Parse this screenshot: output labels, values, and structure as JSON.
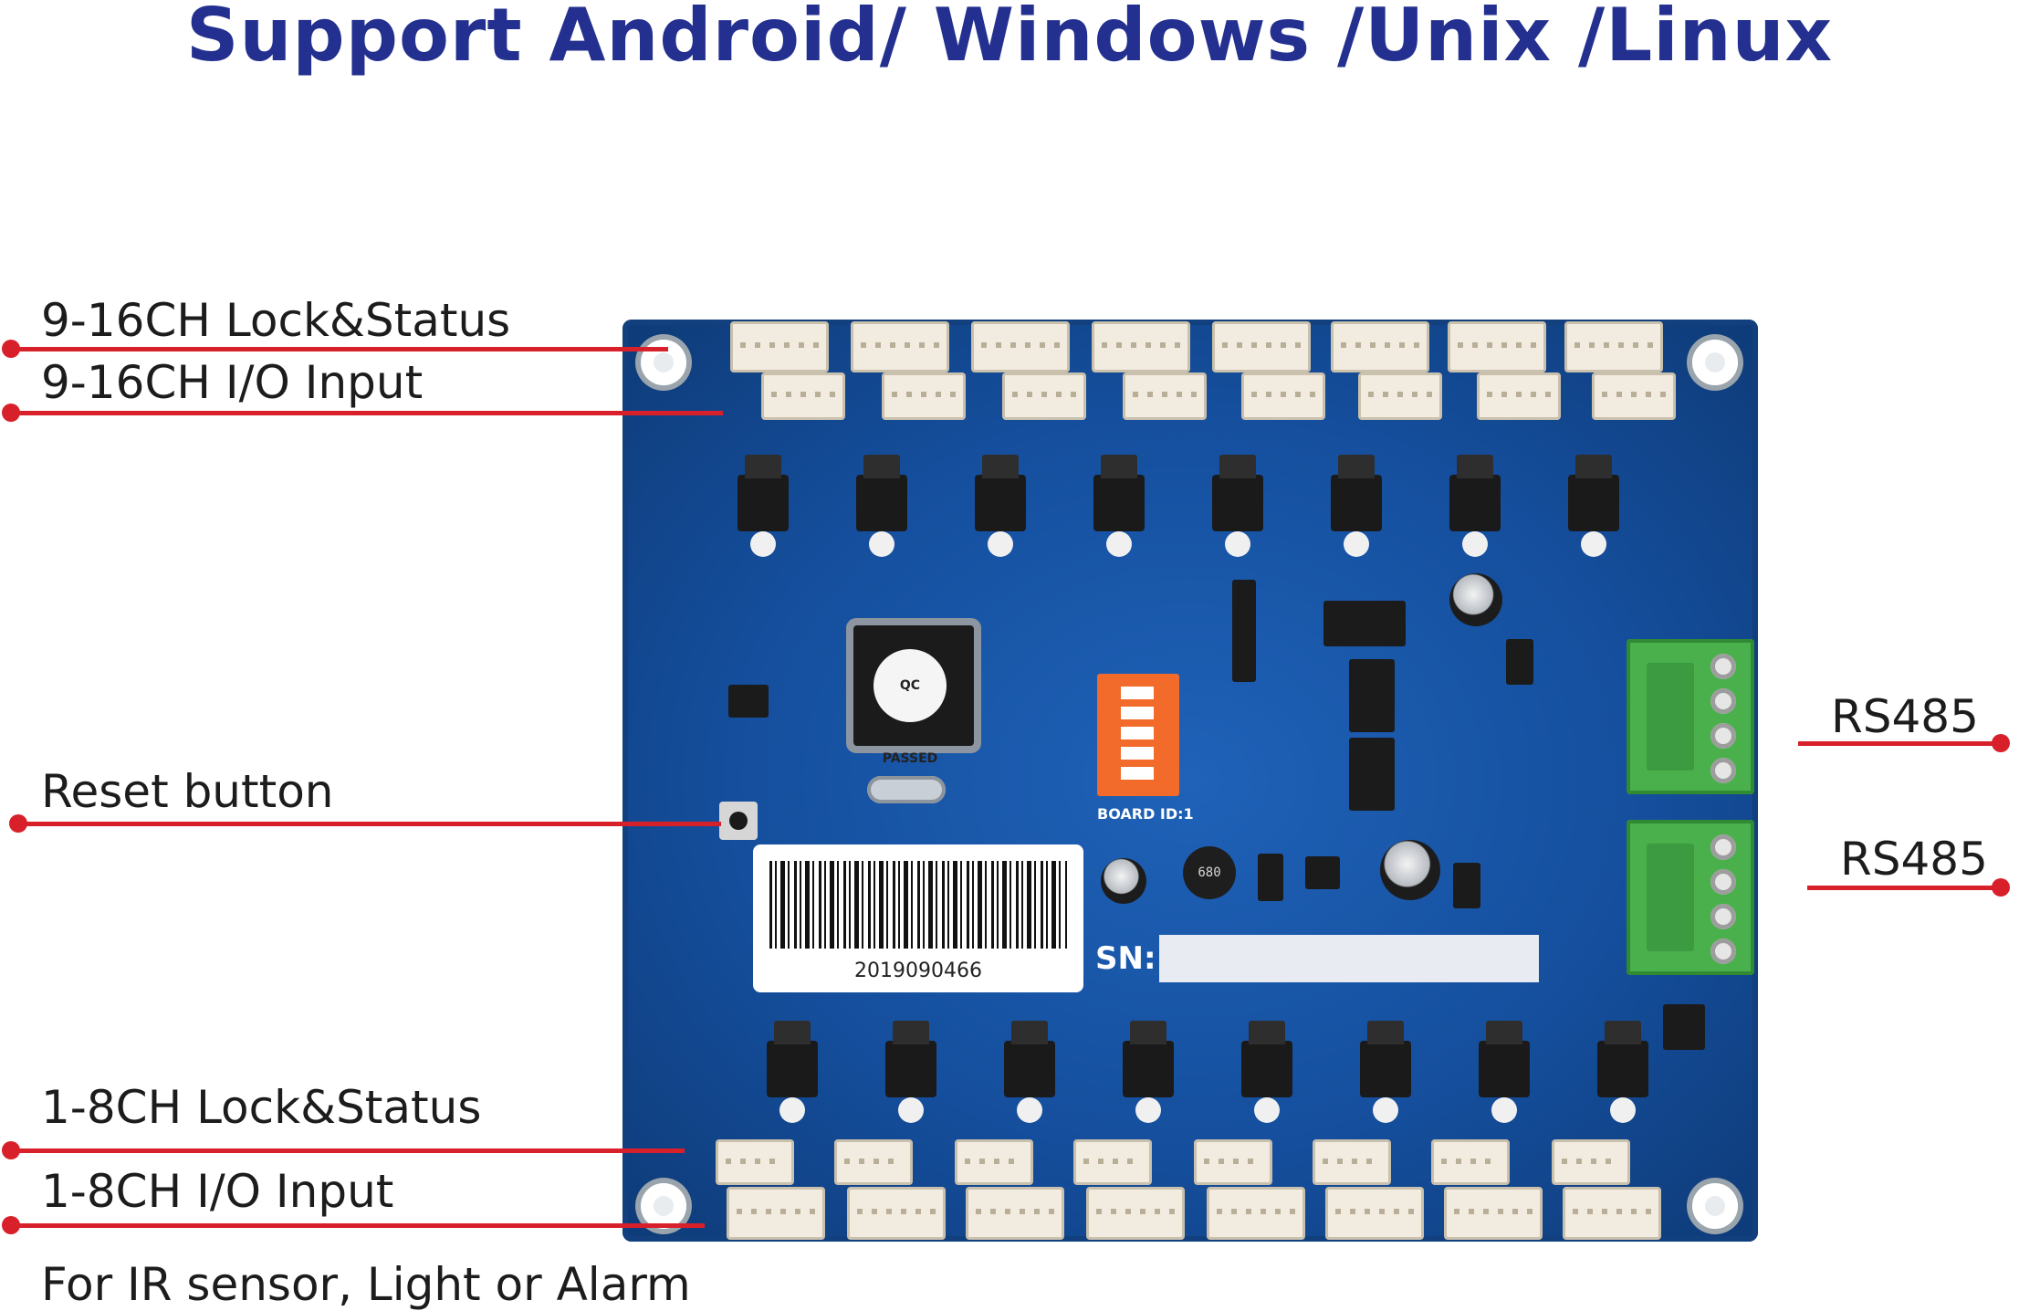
{
  "title": "Support Android/ Windows /Unix /Linux",
  "callouts": [
    {
      "label": "9-16CH Lock&Status"
    },
    {
      "label": "9-16CH I/O Input"
    },
    {
      "label": "Reset button"
    },
    {
      "label": "1-8CH Lock&Status"
    },
    {
      "label": "1-8CH I/O Input"
    },
    {
      "label": "RS485"
    },
    {
      "label": "RS485"
    }
  ],
  "note": "For IR sensor, Light or Alarm",
  "board": {
    "barcode_number": "2019090466",
    "sn_label": "SN:",
    "board_id_label": "BOARD ID:1",
    "qc_sticker": "QC PASSED",
    "inductor_marking": "680"
  },
  "colors": {
    "title": "#24308f",
    "callout_line": "#d8202a",
    "board": "#1a5aaf",
    "terminal": "#49b04c",
    "dip_switch": "#f26b2a"
  }
}
